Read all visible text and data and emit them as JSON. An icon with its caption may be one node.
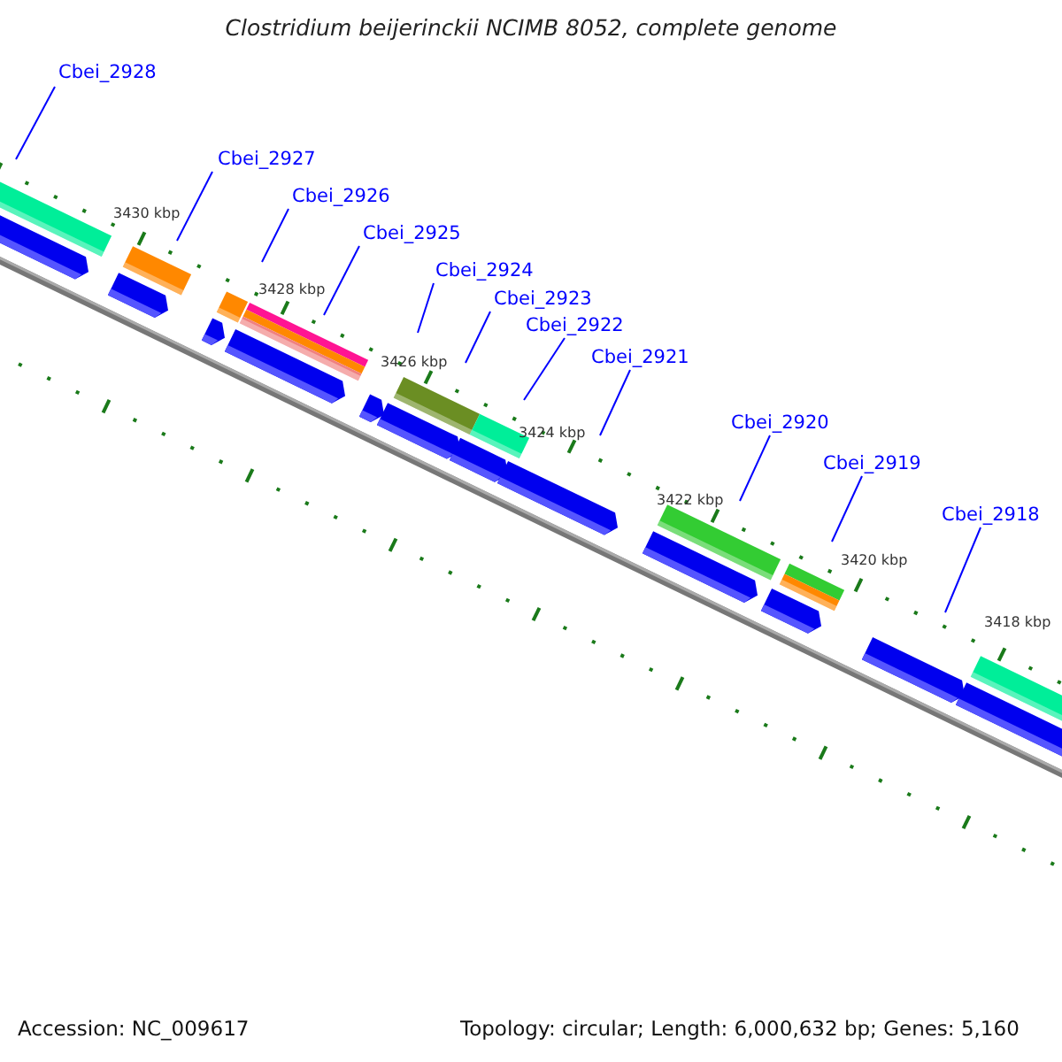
{
  "diagram": {
    "title": "Clostridium beijerinckii NCIMB 8052, complete genome",
    "nodes": [
      {
        "text": [
          "Cbei_2928"
        ]
      },
      {
        "text": [
          "Cbei_2927"
        ]
      },
      {
        "text": [
          "Cbei_2926"
        ]
      },
      {
        "text": [
          "Cbei_2925"
        ]
      },
      {
        "text": [
          "Cbei_2924"
        ]
      },
      {
        "text": [
          "Cbei_2923"
        ]
      },
      {
        "text": [
          "Cbei_2922"
        ]
      },
      {
        "text": [
          "Cbei_2921"
        ]
      },
      {
        "text": [
          "Cbei_2920"
        ]
      },
      {
        "text": [
          "Cbei_2919"
        ]
      },
      {
        "text": [
          "Cbei_2918"
        ]
      }
    ],
    "edges": [
      {
        "from": 0,
        "to": null,
        "arrow": "none"
      },
      {
        "from": 1,
        "to": null,
        "arrow": "none"
      },
      {
        "from": 2,
        "to": null,
        "arrow": "none"
      },
      {
        "from": 3,
        "to": null,
        "arrow": "none"
      },
      {
        "from": 4,
        "to": null,
        "arrow": "none"
      },
      {
        "from": 5,
        "to": null,
        "arrow": "none"
      },
      {
        "from": 6,
        "to": null,
        "arrow": "none"
      },
      {
        "from": 7,
        "to": null,
        "arrow": "none"
      },
      {
        "from": 8,
        "to": null,
        "arrow": "none"
      },
      {
        "from": 9,
        "to": null,
        "arrow": "none"
      },
      {
        "from": 10,
        "to": null,
        "arrow": "none"
      }
    ],
    "labels": [
      "3430 kbp",
      "3428 kbp",
      "3426 kbp",
      "3424 kbp",
      "3422 kbp",
      "3420 kbp",
      "3418 kbp",
      "Accession: NC_009617",
      "Topology: circular; Length: 6,000,632 bp; Genes: 5,160"
    ]
  }
}
